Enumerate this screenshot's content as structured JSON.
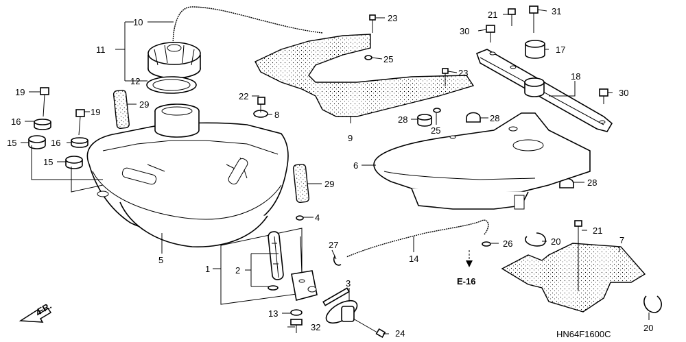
{
  "diagram_code": "HN64F1600C",
  "direction_label": "FR.",
  "reference_label": "E-16",
  "callouts": [
    {
      "id": "c1",
      "text": "1"
    },
    {
      "id": "c2",
      "text": "2"
    },
    {
      "id": "c3",
      "text": "3"
    },
    {
      "id": "c4",
      "text": "4"
    },
    {
      "id": "c5",
      "text": "5"
    },
    {
      "id": "c6",
      "text": "6"
    },
    {
      "id": "c7",
      "text": "7"
    },
    {
      "id": "c8",
      "text": "8"
    },
    {
      "id": "c9",
      "text": "9"
    },
    {
      "id": "c10",
      "text": "10"
    },
    {
      "id": "c11",
      "text": "11"
    },
    {
      "id": "c12",
      "text": "12"
    },
    {
      "id": "c13",
      "text": "13"
    },
    {
      "id": "c14",
      "text": "14"
    },
    {
      "id": "c15a",
      "text": "15"
    },
    {
      "id": "c15b",
      "text": "15"
    },
    {
      "id": "c16a",
      "text": "16"
    },
    {
      "id": "c16b",
      "text": "16"
    },
    {
      "id": "c17",
      "text": "17"
    },
    {
      "id": "c18",
      "text": "18"
    },
    {
      "id": "c19a",
      "text": "19"
    },
    {
      "id": "c19b",
      "text": "19"
    },
    {
      "id": "c20a",
      "text": "20"
    },
    {
      "id": "c20b",
      "text": "20"
    },
    {
      "id": "c21a",
      "text": "21"
    },
    {
      "id": "c21b",
      "text": "21"
    },
    {
      "id": "c22",
      "text": "22"
    },
    {
      "id": "c23a",
      "text": "23"
    },
    {
      "id": "c23b",
      "text": "23"
    },
    {
      "id": "c24",
      "text": "24"
    },
    {
      "id": "c25a",
      "text": "25"
    },
    {
      "id": "c25b",
      "text": "25"
    },
    {
      "id": "c26",
      "text": "26"
    },
    {
      "id": "c27",
      "text": "27"
    },
    {
      "id": "c28a",
      "text": "28"
    },
    {
      "id": "c28b",
      "text": "28"
    },
    {
      "id": "c28c",
      "text": "28"
    },
    {
      "id": "c29a",
      "text": "29"
    },
    {
      "id": "c29b",
      "text": "29"
    },
    {
      "id": "c30a",
      "text": "30"
    },
    {
      "id": "c30b",
      "text": "30"
    },
    {
      "id": "c31",
      "text": "31"
    },
    {
      "id": "c32",
      "text": "32"
    }
  ]
}
